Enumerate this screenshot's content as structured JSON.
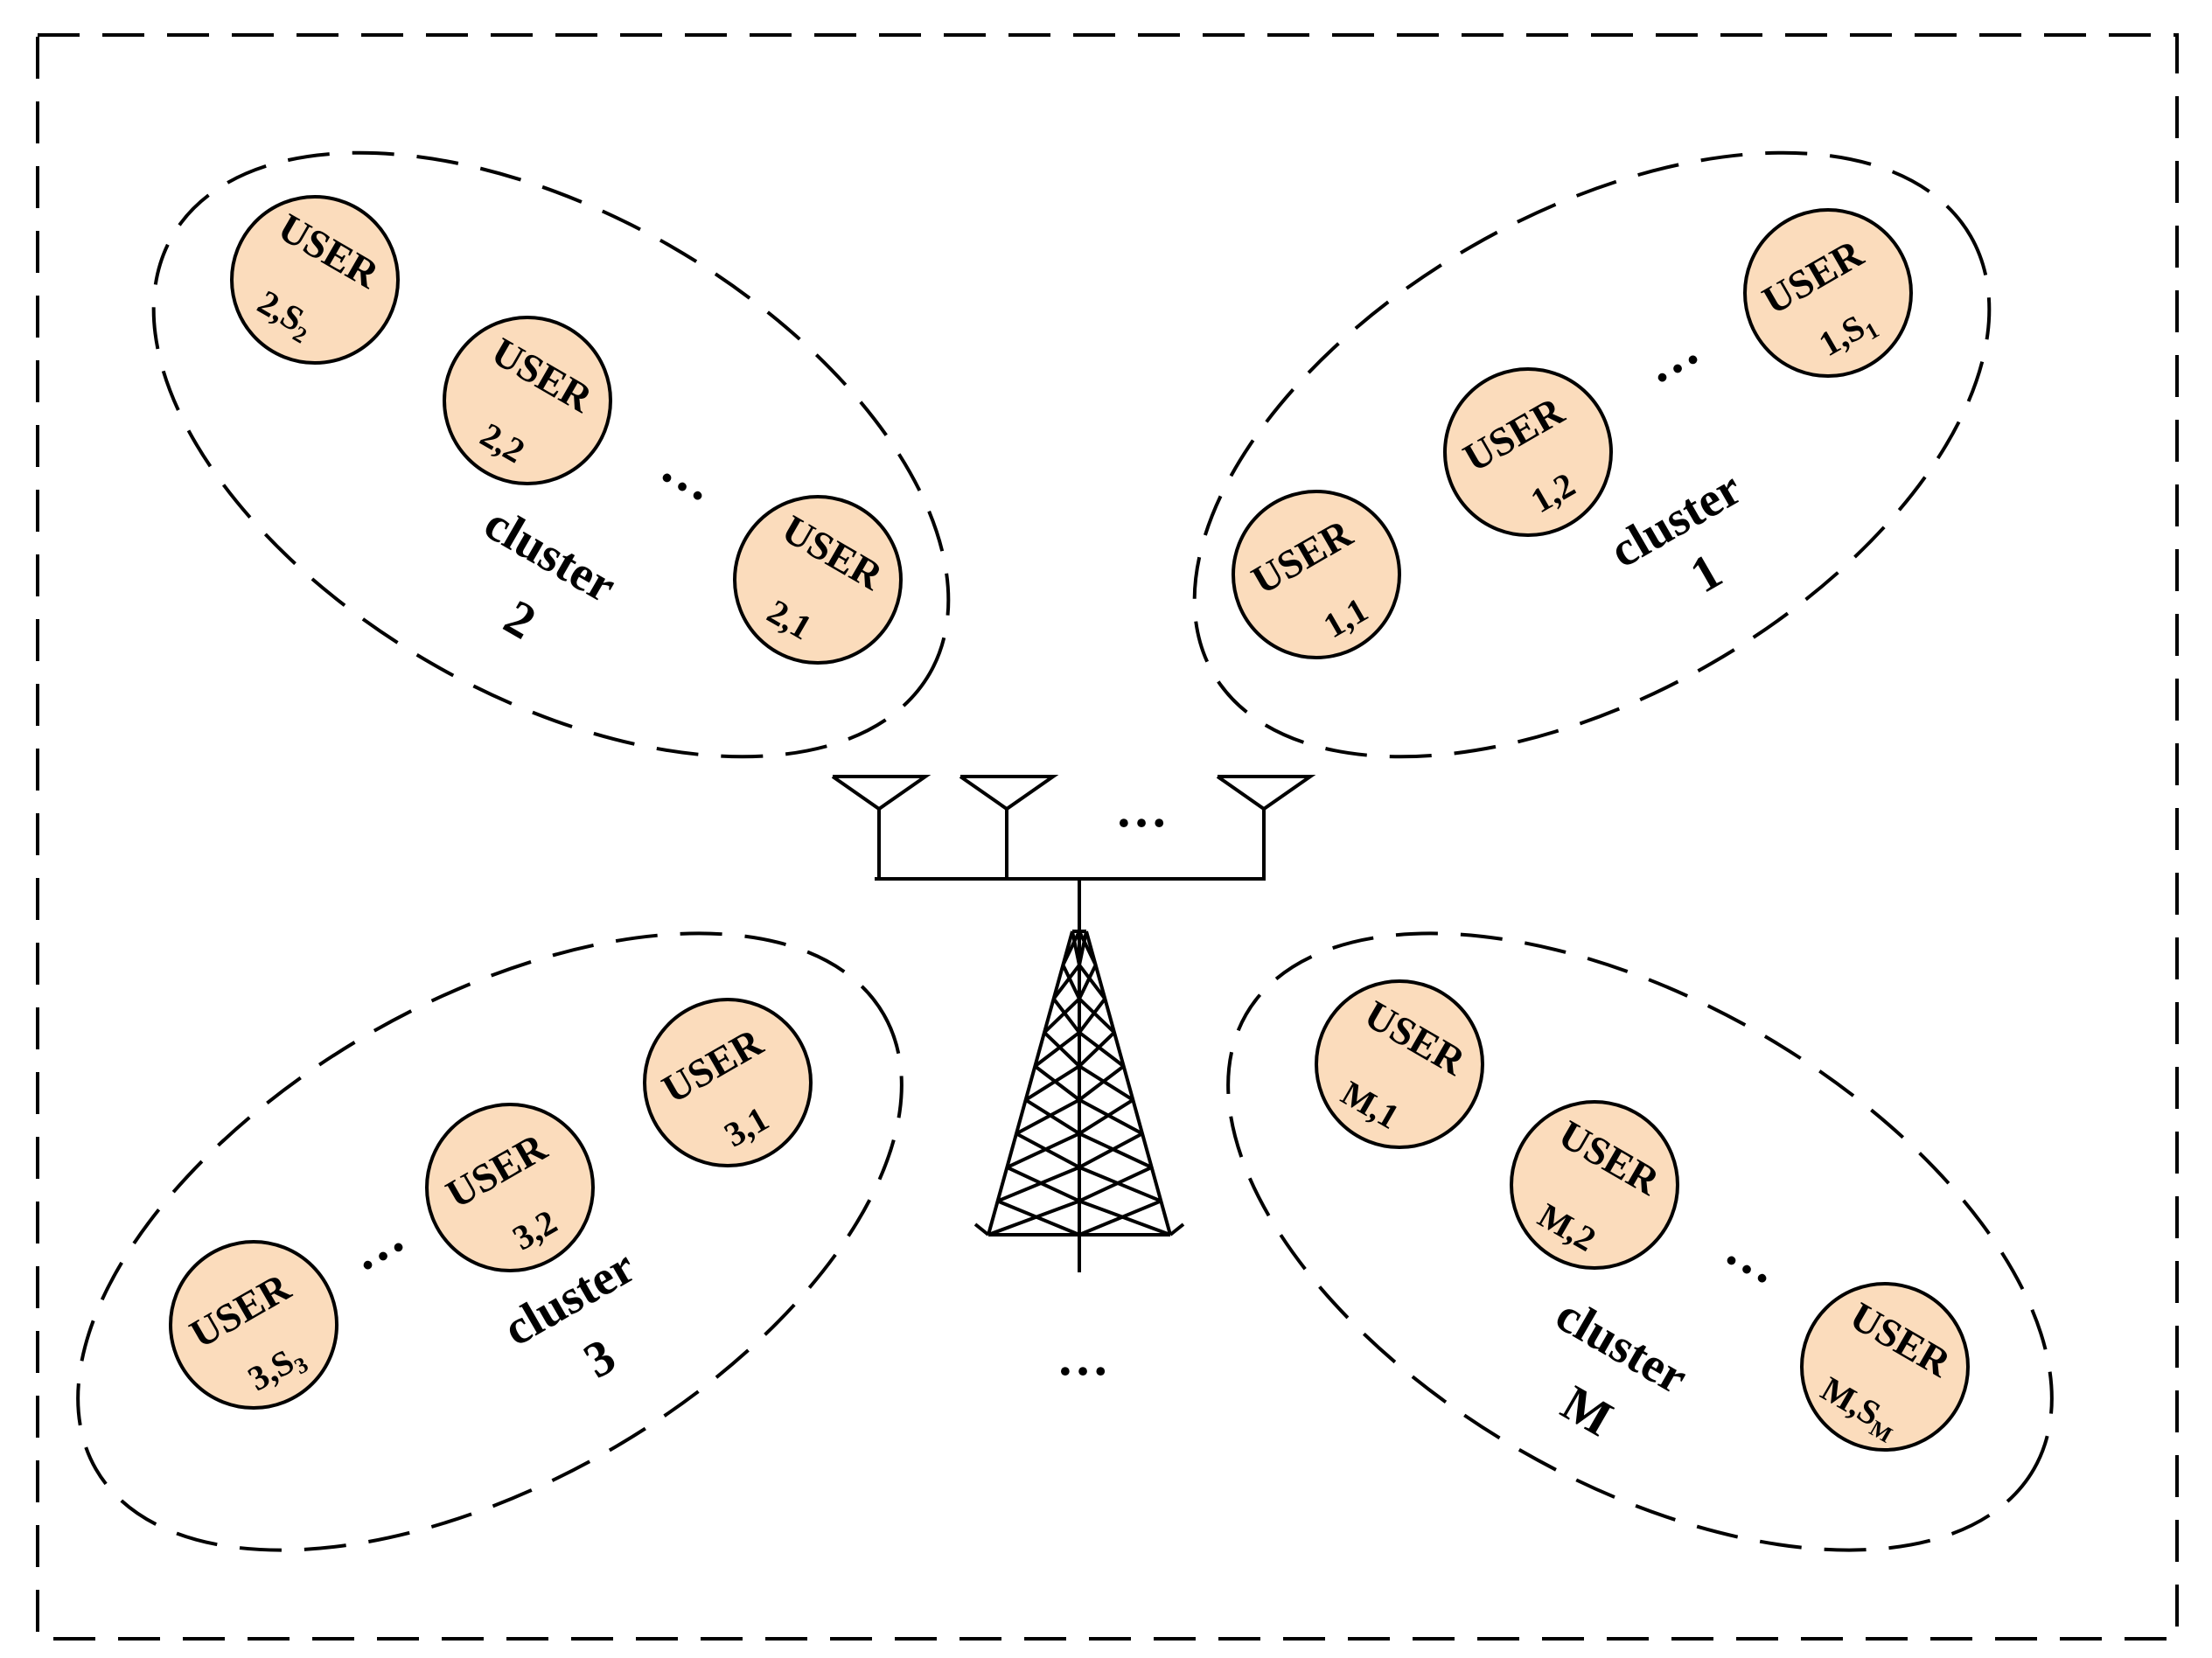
{
  "user_label": "USER",
  "ellipsis": "…",
  "users": {
    "u2s": {
      "idx": "2,S",
      "sub": "2"
    },
    "u22": {
      "idx": "2,2"
    },
    "u21": {
      "idx": "2,1"
    },
    "u1s": {
      "idx": "1,S",
      "sub": "1"
    },
    "u12": {
      "idx": "1,2"
    },
    "u11": {
      "idx": "1,1"
    },
    "u31": {
      "idx": "3,1"
    },
    "u32": {
      "idx": "3,2"
    },
    "u3s": {
      "idx": "3,S",
      "sub": "3"
    },
    "um1": {
      "idx": "M,1"
    },
    "um2": {
      "idx": "M,2"
    },
    "ums": {
      "idx": "M,S",
      "sub": "M"
    }
  },
  "clusters": {
    "c1": {
      "word": "cluster",
      "number": "1"
    },
    "c2": {
      "word": "cluster",
      "number": "2"
    },
    "c3": {
      "word": "cluster",
      "number": "3"
    },
    "cm": {
      "word": "cluster",
      "number": "M"
    }
  },
  "colors": {
    "user_fill": "#fbdcbc",
    "stroke": "#000000"
  }
}
